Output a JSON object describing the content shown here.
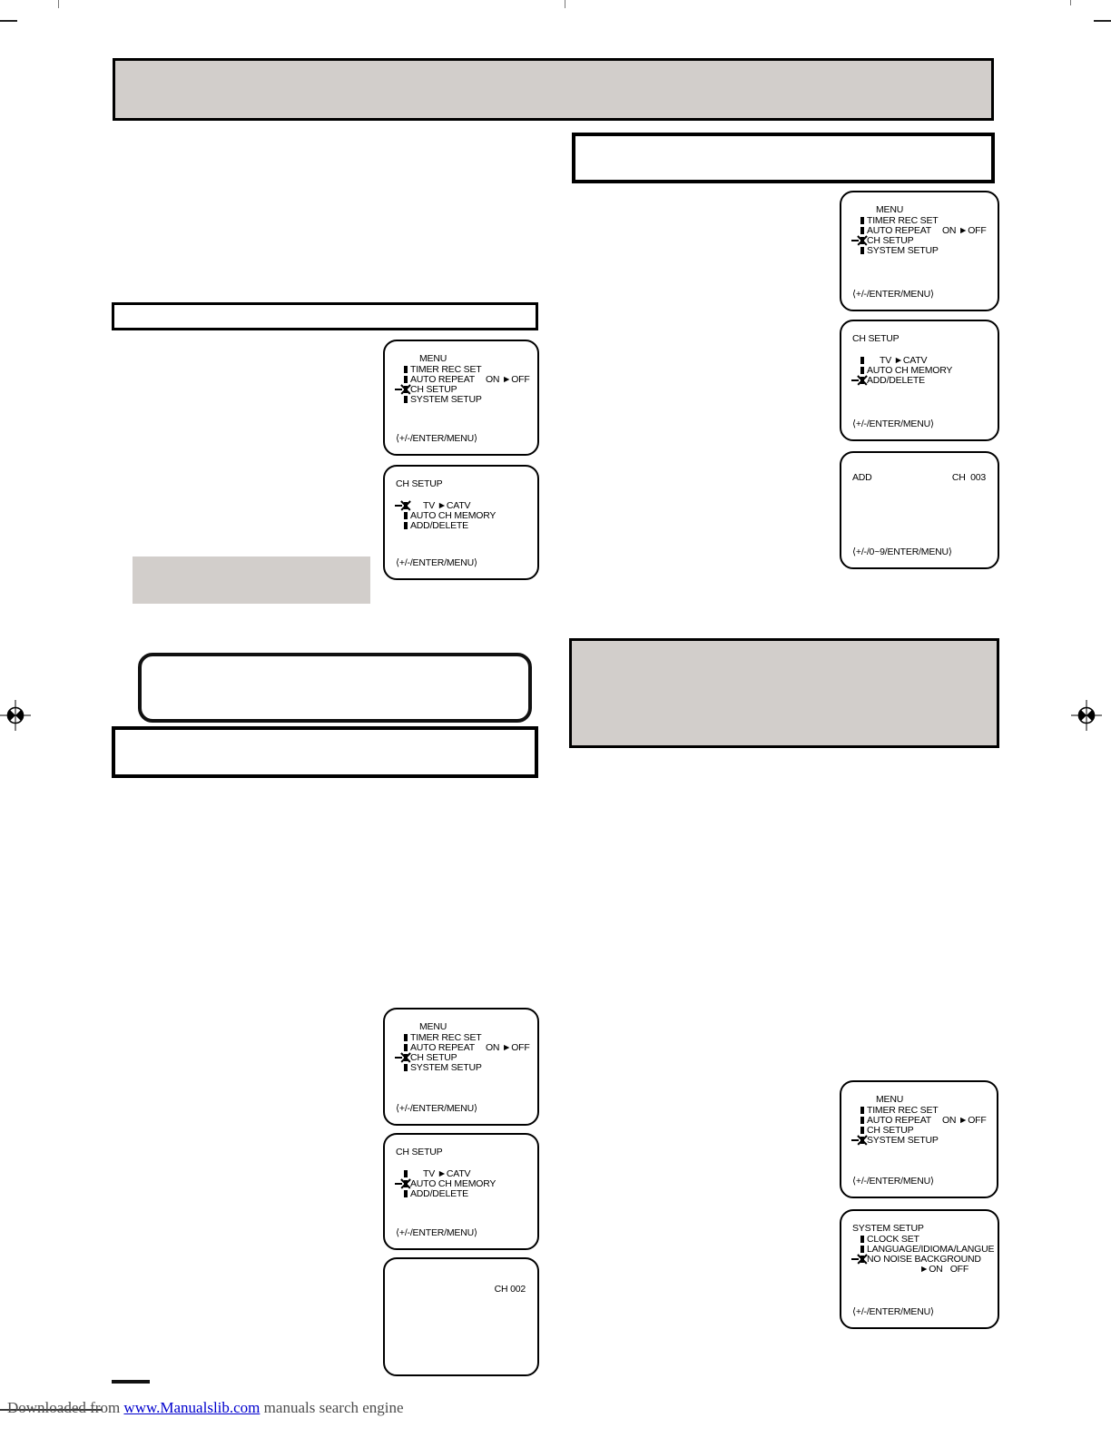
{
  "colors": {
    "redaction_gray": "#d2cecb",
    "osd_border_black": "#000000",
    "link_blue": "#0000cd",
    "footer_gray": "#4d4d4d"
  },
  "footer": {
    "prefix": "Downloaded from ",
    "link": "www.Manualslib.com",
    "suffix": " manuals search engine"
  },
  "osd_screens": [
    {
      "name": "menu-screen-right-top",
      "title": "MENU",
      "title_indent": true,
      "items": [
        {
          "label": "TIMER REC SET"
        },
        {
          "label": "AUTO REPEAT",
          "right": "ON ►OFF"
        },
        {
          "label": "CH SETUP",
          "cursor": true
        },
        {
          "label": "SYSTEM SETUP"
        }
      ],
      "footer": "⟨+/-/ENTER/MENU⟩"
    },
    {
      "name": "ch-setup-screen-right",
      "title": "CH SETUP",
      "gap": true,
      "items": [
        {
          "label": "TV ►CATV",
          "indent": true
        },
        {
          "label": "AUTO CH MEMORY"
        },
        {
          "label": "ADD/DELETE",
          "cursor": true
        }
      ],
      "footer": "⟨+/-/ENTER/MENU⟩"
    },
    {
      "name": "add-screen",
      "title": "ADD",
      "corner": "CH  003",
      "items": [],
      "footer": "⟨+/-/0~9/ENTER/MENU⟩"
    },
    {
      "name": "menu-screen-left-top",
      "title": "MENU",
      "title_indent": true,
      "items": [
        {
          "label": "TIMER REC SET"
        },
        {
          "label": "AUTO REPEAT",
          "right": "ON ►OFF"
        },
        {
          "label": "CH SETUP",
          "cursor": true
        },
        {
          "label": "SYSTEM SETUP"
        }
      ],
      "footer": "⟨+/-/ENTER/MENU⟩"
    },
    {
      "name": "ch-setup-screen-left",
      "title": "CH SETUP",
      "gap": true,
      "items": [
        {
          "label": "TV ►CATV",
          "indent": true,
          "cursor": true
        },
        {
          "label": "AUTO CH MEMORY"
        },
        {
          "label": "ADD/DELETE"
        }
      ],
      "footer": "⟨+/-/ENTER/MENU⟩"
    },
    {
      "name": "menu-screen-left-bottom",
      "title": "MENU",
      "title_indent": true,
      "items": [
        {
          "label": "TIMER REC SET"
        },
        {
          "label": "AUTO REPEAT",
          "right": "ON ►OFF"
        },
        {
          "label": "CH SETUP",
          "cursor": true
        },
        {
          "label": "SYSTEM SETUP"
        }
      ],
      "footer": "⟨+/-/ENTER/MENU⟩"
    },
    {
      "name": "ch-setup-screen-left-bottom",
      "title": "CH SETUP",
      "gap": true,
      "items": [
        {
          "label": "TV ►CATV",
          "indent": true
        },
        {
          "label": "AUTO CH MEMORY",
          "cursor": true
        },
        {
          "label": "ADD/DELETE"
        }
      ],
      "footer": "⟨+/-/ENTER/MENU⟩"
    },
    {
      "name": "channel-002-screen",
      "corner": "CH 002",
      "items": []
    },
    {
      "name": "menu-screen-right-bottom",
      "title": "MENU",
      "title_indent": true,
      "items": [
        {
          "label": "TIMER REC SET"
        },
        {
          "label": "AUTO REPEAT",
          "right": "ON ►OFF"
        },
        {
          "label": "CH SETUP"
        },
        {
          "label": "SYSTEM SETUP",
          "cursor": true
        }
      ],
      "footer": "⟨+/-/ENTER/MENU⟩"
    },
    {
      "name": "system-setup-screen",
      "title": "SYSTEM SETUP",
      "items": [
        {
          "label": "CLOCK SET"
        },
        {
          "label": "LANGUAGE/IDIOMA/LANGUE"
        },
        {
          "label": "NO NOISE BACKGROUND",
          "cursor": true,
          "sub": "►ON   OFF"
        }
      ],
      "footer": "⟨+/-/ENTER/MENU⟩"
    }
  ]
}
